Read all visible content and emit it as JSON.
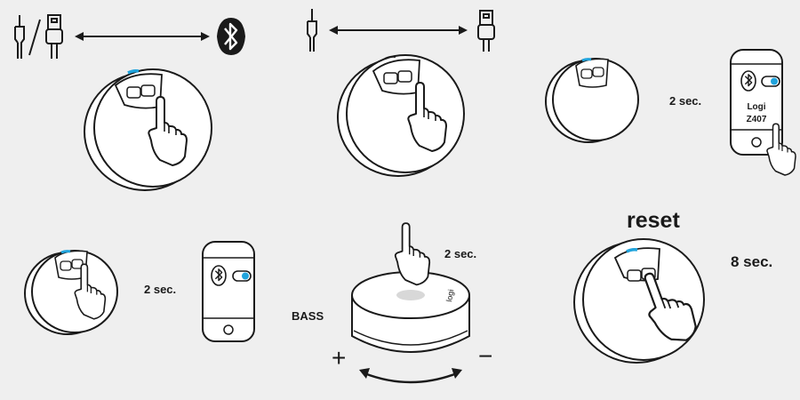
{
  "steps": {
    "pair_bluetooth": {
      "hold_time": "2 sec."
    },
    "pair_phone": {
      "hold_time": "2 sec.",
      "device_name": "Logi\nZ407"
    },
    "bass": {
      "label": "BASS",
      "hold_time": "2 sec.",
      "plus": "+",
      "minus": "−"
    },
    "reset": {
      "title": "reset",
      "hold_time": "8 sec."
    }
  },
  "icons": {
    "input_audio": "aux-jack-icon",
    "input_usb": "usb-plug-icon",
    "bluetooth": "bluetooth-icon",
    "switch": "toggle-switch-icon",
    "hand": "pointing-hand-icon"
  },
  "colors": {
    "line": "#1a1a1a",
    "led": "#1fa3dc",
    "background": "#efefef",
    "fill": "#ffffff"
  }
}
